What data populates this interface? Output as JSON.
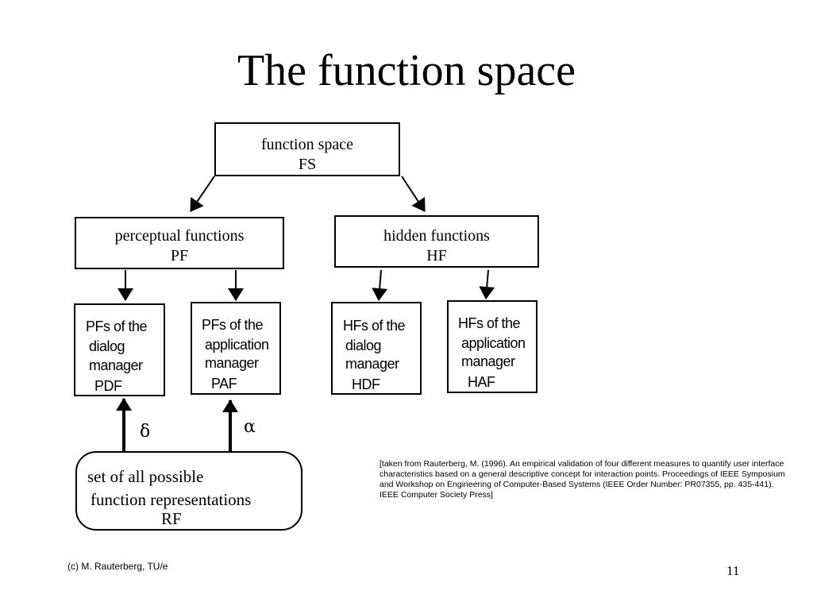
{
  "title": "The function space",
  "diagram": {
    "fs": {
      "label": "function space",
      "abbr": "FS"
    },
    "pf": {
      "label": "perceptual functions",
      "abbr": "PF"
    },
    "hf": {
      "label": "hidden functions",
      "abbr": "HF"
    },
    "pdf": {
      "lines": [
        "PFs of the",
        "dialog",
        "manager",
        "PDF"
      ]
    },
    "paf": {
      "lines": [
        "PFs of the",
        "application",
        "manager",
        "PAF"
      ]
    },
    "hdf": {
      "lines": [
        "HFs of the",
        "dialog",
        "manager",
        "HDF"
      ]
    },
    "haf": {
      "lines": [
        "HFs of the",
        "application",
        "manager",
        "HAF"
      ]
    },
    "rf": {
      "lines": [
        "set of all possible",
        "function representations",
        "RF"
      ]
    },
    "delta": "δ",
    "alpha": "α"
  },
  "citation": "[taken from Rauterberg, M. (1996). An empirical validation of four different measures to quantify user interface characteristics based on a general descriptive concept for interaction points. Proceedings of IEEE Symposium and Workshop on Engineering of Computer-Based Systems (IEEE Order Number: PR07355, pp. 435-441). IEEE Computer Society Press]",
  "footer": {
    "copyright": "(c) M. Rauterberg, TU/e",
    "page_number": "11"
  }
}
